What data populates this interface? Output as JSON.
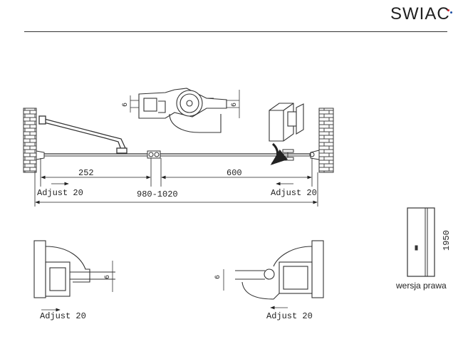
{
  "brand": {
    "logo_text": "SWIAC",
    "dot_colors": [
      "#d11f2c",
      "#1e4fa3"
    ]
  },
  "plan_view": {
    "dim_left": "252",
    "dim_right": "600",
    "adjust_left": "Adjust 20",
    "adjust_right": "Adjust 20",
    "overall": "980-1020"
  },
  "details": {
    "top_gap": "6",
    "top_gap_right": "6",
    "bottom_left_gap": "6",
    "bottom_right_gap": "6",
    "bottom_left_adjust": "Adjust 20",
    "bottom_right_adjust": "Adjust 20"
  },
  "product": {
    "height": "1950",
    "caption": "wersja prawa"
  }
}
